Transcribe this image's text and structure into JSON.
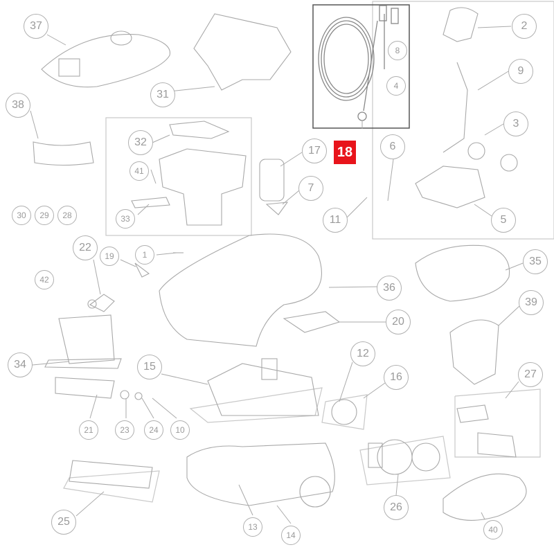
{
  "diagram": {
    "highlighted_part": "18",
    "highlight_color": "#e8141b",
    "callouts": [
      "37",
      "2",
      "8",
      "9",
      "31",
      "4",
      "38",
      "3",
      "32",
      "17",
      "6",
      "41",
      "7",
      "30",
      "29",
      "28",
      "33",
      "11",
      "5",
      "22",
      "19",
      "1",
      "35",
      "42",
      "36",
      "39",
      "20",
      "34",
      "15",
      "12",
      "16",
      "27",
      "21",
      "23",
      "24",
      "10",
      "26",
      "25",
      "13",
      "14",
      "40"
    ]
  }
}
